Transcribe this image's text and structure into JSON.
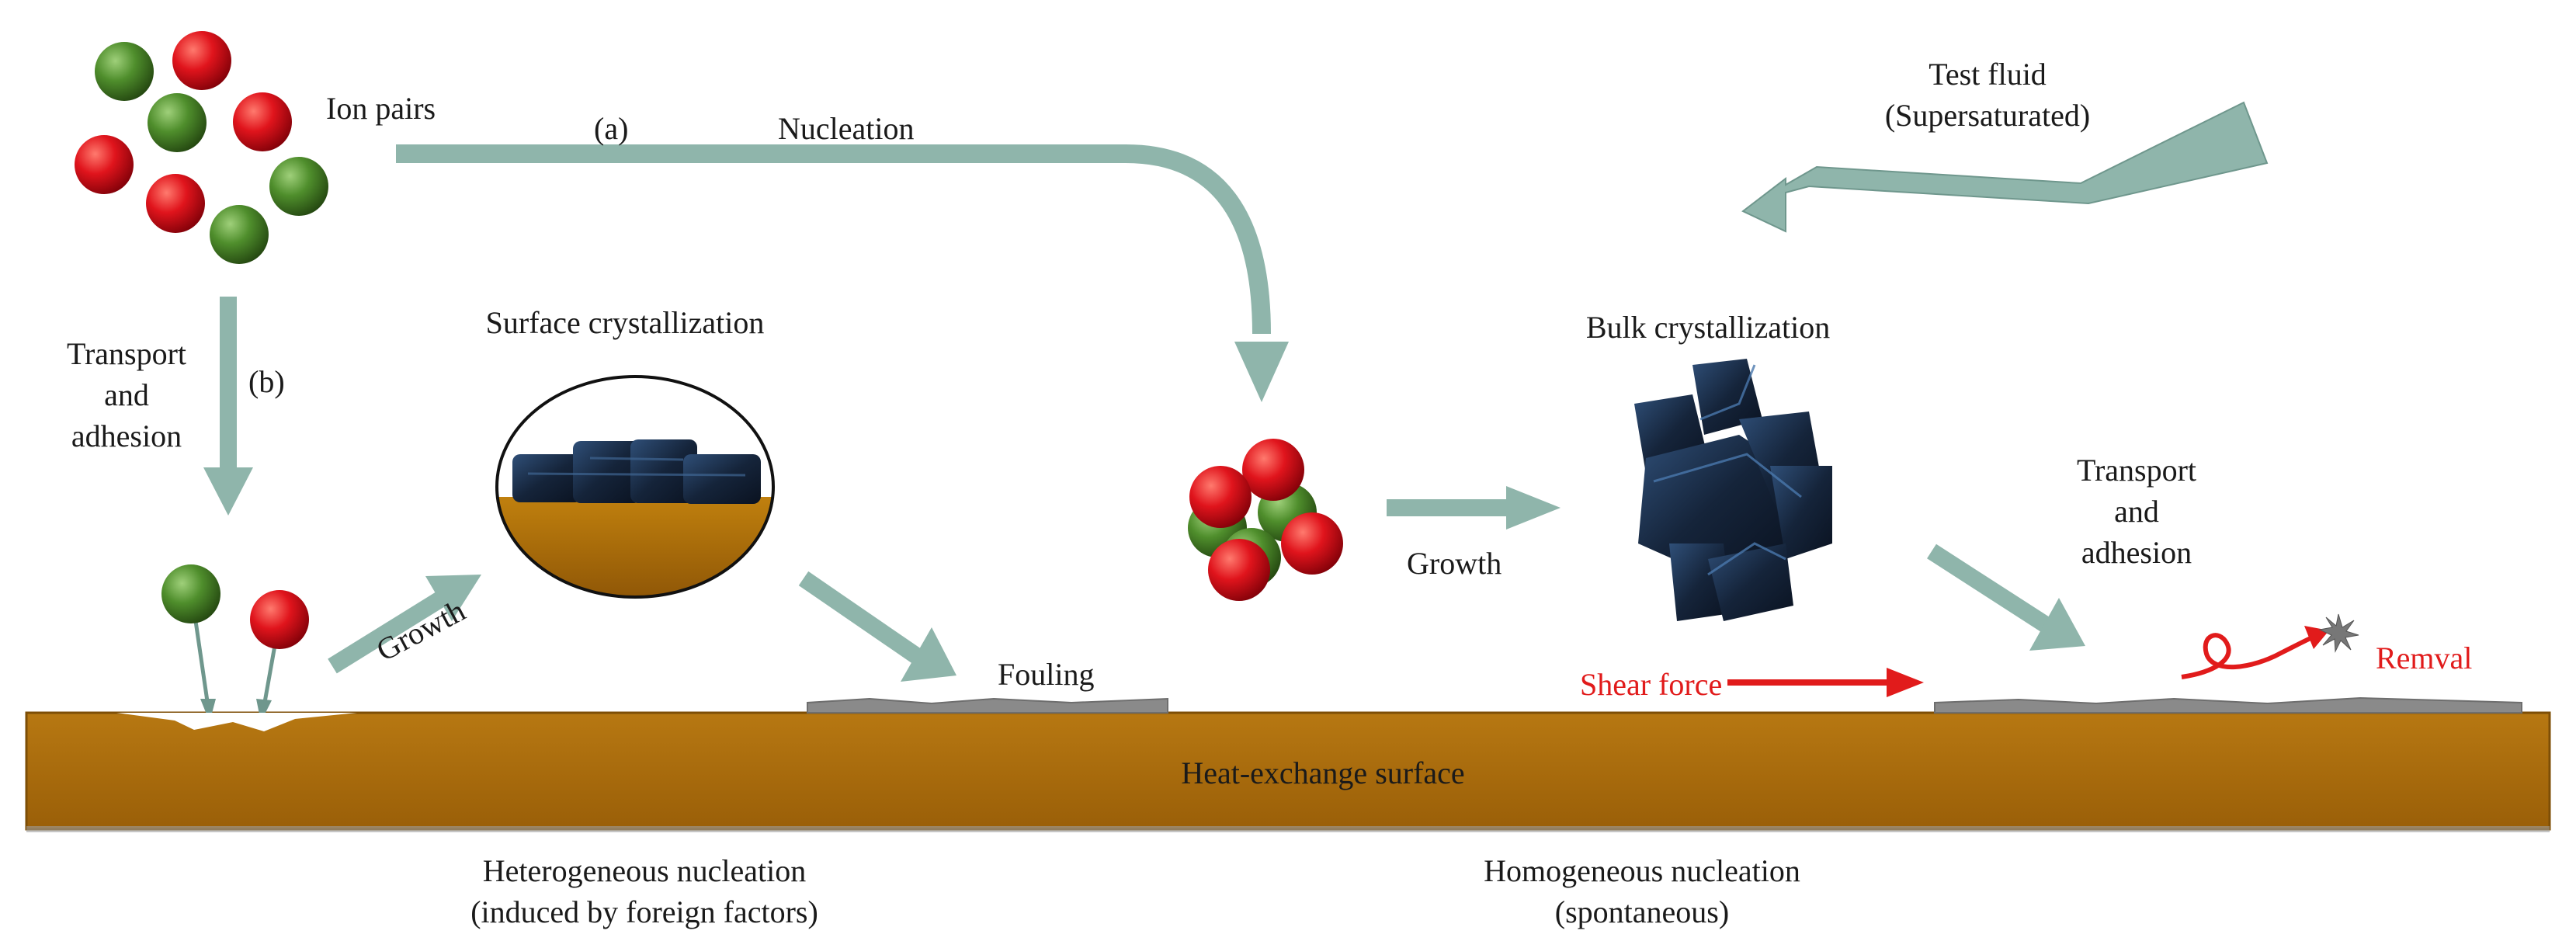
{
  "labels": {
    "ion_pairs": "Ion pairs",
    "path_a": "(a)",
    "nucleation": "Nucleation",
    "test_fluid_l1": "Test fluid",
    "test_fluid_l2": "(Supersaturated)",
    "transport_left_l1": "Transport",
    "transport_left_l2": "and",
    "transport_left_l3": "adhesion",
    "path_b": "(b)",
    "surface_crystallization": "Surface crystallization",
    "bulk_crystallization": "Bulk crystallization",
    "growth_left": "Growth",
    "growth_middle": "Growth",
    "fouling": "Fouling",
    "transport_right_l1": "Transport",
    "transport_right_l2": "and",
    "transport_right_l3": "adhesion",
    "shear_force": "Shear force",
    "removal": "Remval",
    "heat_exchange_surface": "Heat-exchange surface",
    "heterogeneous_l1": "Heterogeneous nucleation",
    "heterogeneous_l2": "(induced by foreign factors)",
    "homogeneous_l1": "Homogeneous nucleation",
    "homogeneous_l2": "(spontaneous)"
  },
  "colors": {
    "arrow": "#8fb5ab",
    "arrow_stroke": "#6f978d",
    "surface": "#a86a0c",
    "surface_dark": "#7d4e06",
    "ion_red": "#d8101a",
    "ion_green": "#4d8a2e",
    "crystal": "#1c2f48",
    "deposit": "#8a8a8a",
    "shear": "#e11b1b"
  },
  "icons": [
    "ion-red-icon",
    "ion-green-icon",
    "crystal-cluster-icon",
    "spark-icon"
  ]
}
